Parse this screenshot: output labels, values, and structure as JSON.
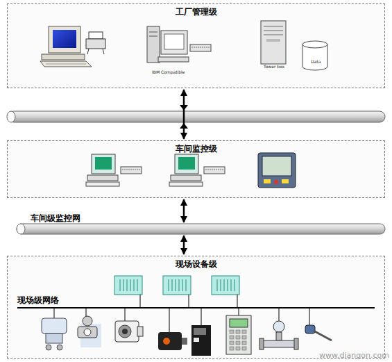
{
  "diagram": {
    "nodes": [
      {
        "text": [
          "工厂管理级"
        ]
      },
      {
        "text": [
          "车间监控级"
        ]
      },
      {
        "text": [
          "车间级监控网"
        ]
      },
      {
        "text": [
          "现场设备级"
        ]
      }
    ],
    "edges": [
      {
        "from": 0,
        "to": 1,
        "arrow": "both"
      },
      {
        "from": 1,
        "to": 2,
        "arrow": "both"
      },
      {
        "from": 2,
        "to": 3,
        "arrow": "both"
      }
    ],
    "labels": [
      "现场级网络",
      "IBM Compatible",
      "Tower box",
      "Data",
      "www.diangon.com"
    ]
  }
}
